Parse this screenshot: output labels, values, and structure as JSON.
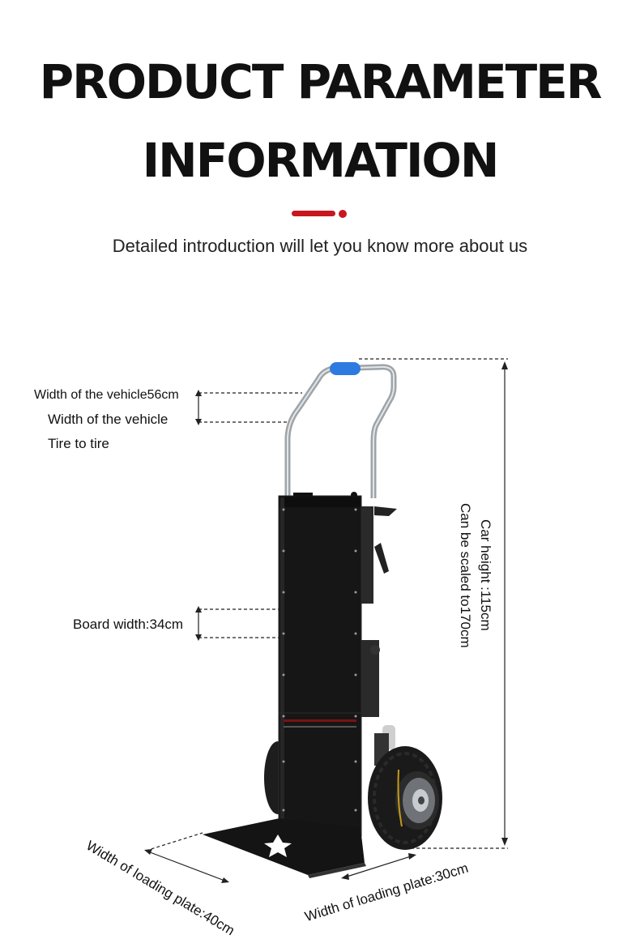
{
  "header": {
    "title_line1": "PRODUCT PARAMETER",
    "title_line2": "INFORMATION",
    "subtitle": "Detailed introduction will let you know more about us",
    "accent_color": "#c8171d"
  },
  "dimensions": {
    "vehicle_width": "Width of the vehicle56cm",
    "vehicle_width_caption": "Width of the vehicle",
    "tire_to_tire": "Tire to tire",
    "board_width": "Board width:34cm",
    "car_height": "Car height  :115cm",
    "scalable": "Can be scaled to170cm",
    "plate_width_40": "Width of loading plate:40cm",
    "plate_width_30": "Width of loading plate:30cm"
  },
  "product": {
    "handle_grip_color": "#2d7be0",
    "body_color": "#161616"
  }
}
